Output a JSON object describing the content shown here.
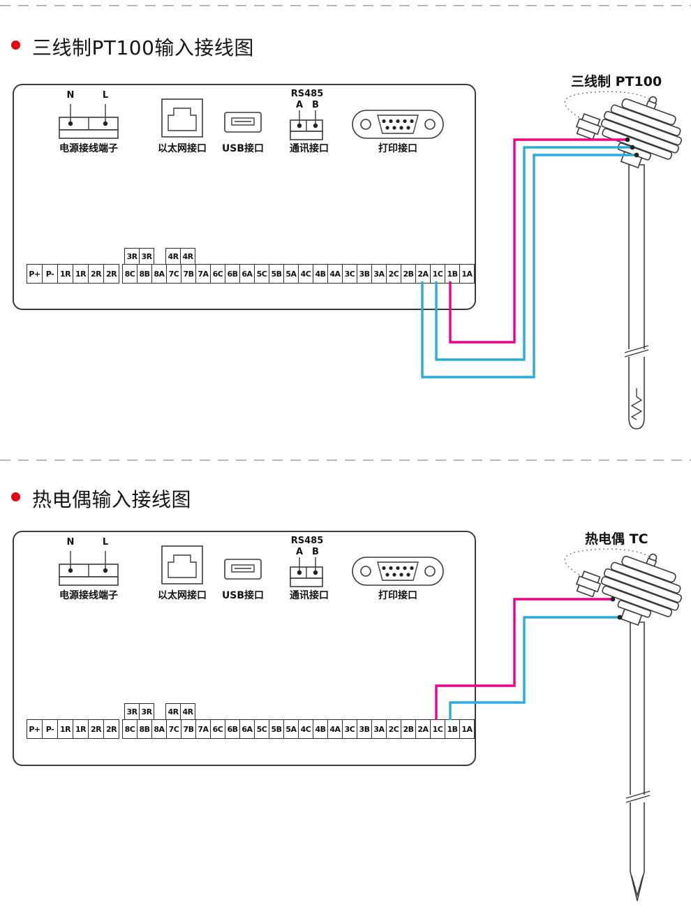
{
  "colors": {
    "wire_pink": "#ec008c",
    "wire_blue": "#29abe2",
    "bullet": "#e60012",
    "ink": "#111111"
  },
  "sections": [
    {
      "id": "pt100",
      "title": "三线制PT100输入接线图",
      "sensor_label": "三线制 PT100",
      "ports": {
        "power_label": "电源接线端子",
        "power_pin_1": "N",
        "power_pin_2": "L",
        "ethernet_label": "以太网接口",
        "usb_label": "USB接口",
        "comm_title": "RS485",
        "comm_pin_1": "A",
        "comm_pin_2": "B",
        "comm_label": "通讯接口",
        "print_label": "打印接口"
      },
      "terminals": {
        "left": [
          "P+",
          "P-",
          "1R",
          "1R",
          "2R",
          "2R"
        ],
        "relay3": [
          "3R",
          "3R"
        ],
        "relay4": [
          "4R",
          "4R"
        ],
        "main": [
          "8C",
          "8B",
          "8A",
          "7C",
          "7B",
          "7A",
          "6C",
          "6B",
          "6A",
          "5C",
          "5B",
          "5A",
          "4C",
          "4B",
          "4A",
          "3C",
          "3B",
          "3A",
          "2C",
          "2B",
          "2A",
          "1C",
          "1B",
          "1A"
        ]
      }
    },
    {
      "id": "tc",
      "title": "热电偶输入接线图",
      "sensor_label": "热电偶 TC",
      "ports": {
        "power_label": "电源接线端子",
        "power_pin_1": "N",
        "power_pin_2": "L",
        "ethernet_label": "以太网接口",
        "usb_label": "USB接口",
        "comm_title": "RS485",
        "comm_pin_1": "A",
        "comm_pin_2": "B",
        "comm_label": "通讯接口",
        "print_label": "打印接口"
      },
      "terminals": {
        "left": [
          "P+",
          "P-",
          "1R",
          "1R",
          "2R",
          "2R"
        ],
        "relay3": [
          "3R",
          "3R"
        ],
        "relay4": [
          "4R",
          "4R"
        ],
        "main": [
          "8C",
          "8B",
          "8A",
          "7C",
          "7B",
          "7A",
          "6C",
          "6B",
          "6A",
          "5C",
          "5B",
          "5A",
          "4C",
          "4B",
          "4A",
          "3C",
          "3B",
          "3A",
          "2C",
          "2B",
          "2A",
          "1C",
          "1B",
          "1A"
        ]
      }
    }
  ]
}
